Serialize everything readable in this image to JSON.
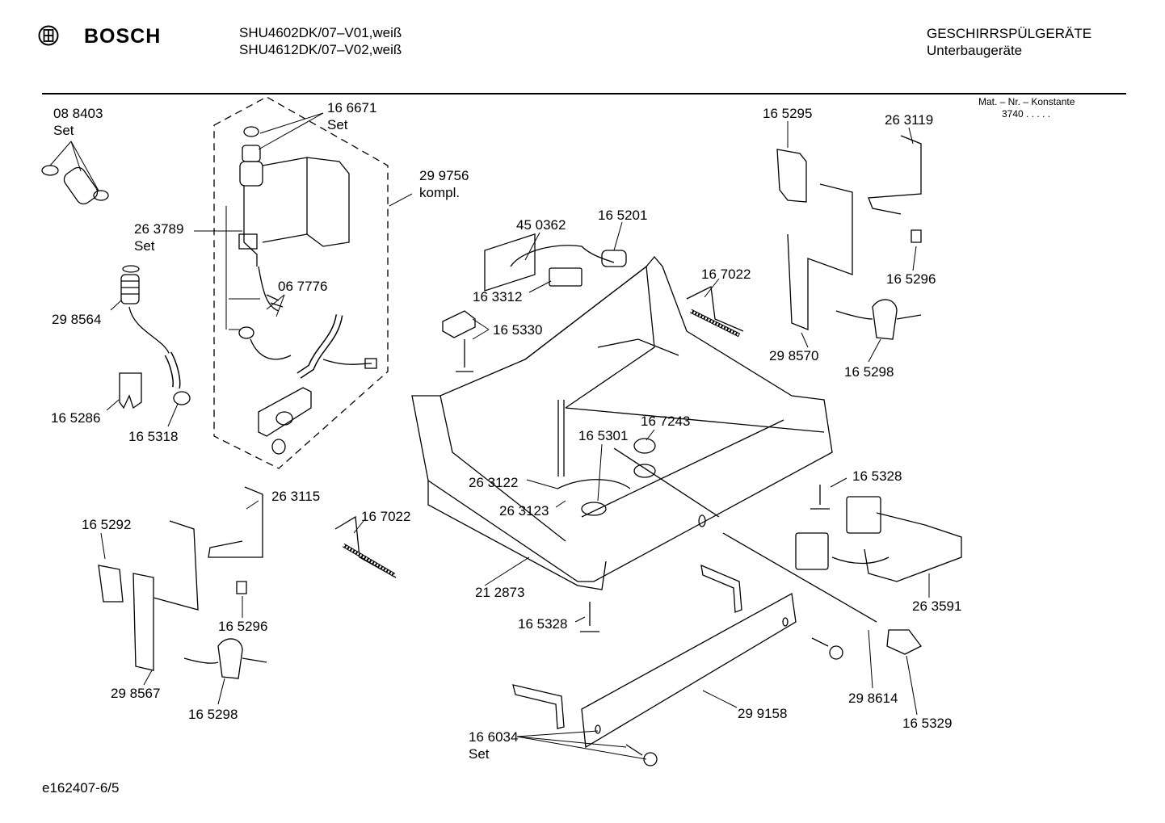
{
  "header": {
    "brand": "BOSCH",
    "model_line_1": "SHU4602DK/07–V01,weiß",
    "model_line_2": "SHU4612DK/07–V02,weiß",
    "category_line_1": "GESCHIRRSPÜLGERÄTE",
    "category_line_2": "Unterbaugeräte",
    "mat_nr_label": "Mat. – Nr. – Konstante",
    "mat_nr_value": "3740 . . . . ."
  },
  "parts": [
    {
      "id": "p088403",
      "number": "08 8403",
      "note": "Set"
    },
    {
      "id": "p166671",
      "number": "16 6671",
      "note": "Set"
    },
    {
      "id": "p299756",
      "number": "29 9756",
      "note": "kompl."
    },
    {
      "id": "p263789",
      "number": "26 3789",
      "note": "Set"
    },
    {
      "id": "p067776",
      "number": "06 7776",
      "note": ""
    },
    {
      "id": "p298564",
      "number": "29 8564",
      "note": ""
    },
    {
      "id": "p165286",
      "number": "16 5286",
      "note": ""
    },
    {
      "id": "p165318",
      "number": "16 5318",
      "note": ""
    },
    {
      "id": "p450362",
      "number": "45 0362",
      "note": ""
    },
    {
      "id": "p165201",
      "number": "16 5201",
      "note": ""
    },
    {
      "id": "p163312",
      "number": "16 3312",
      "note": ""
    },
    {
      "id": "p165330",
      "number": "16 5330",
      "note": ""
    },
    {
      "id": "p167022a",
      "number": "16 7022",
      "note": ""
    },
    {
      "id": "p165295",
      "number": "16 5295",
      "note": ""
    },
    {
      "id": "p263119",
      "number": "26 3119",
      "note": ""
    },
    {
      "id": "p165296a",
      "number": "16 5296",
      "note": ""
    },
    {
      "id": "p298570",
      "number": "29 8570",
      "note": ""
    },
    {
      "id": "p165298a",
      "number": "16 5298",
      "note": ""
    },
    {
      "id": "p167243",
      "number": "16 7243",
      "note": ""
    },
    {
      "id": "p165301",
      "number": "16 5301",
      "note": ""
    },
    {
      "id": "p263122",
      "number": "26 3122",
      "note": ""
    },
    {
      "id": "p263123",
      "number": "26 3123",
      "note": ""
    },
    {
      "id": "p165328a",
      "number": "16 5328",
      "note": ""
    },
    {
      "id": "p263115",
      "number": "26 3115",
      "note": ""
    },
    {
      "id": "p165292",
      "number": "16 5292",
      "note": ""
    },
    {
      "id": "p167022b",
      "number": "16 7022",
      "note": ""
    },
    {
      "id": "p165296b",
      "number": "16 5296",
      "note": ""
    },
    {
      "id": "p298567",
      "number": "29 8567",
      "note": ""
    },
    {
      "id": "p165298b",
      "number": "16 5298",
      "note": ""
    },
    {
      "id": "p212873",
      "number": "21 2873",
      "note": ""
    },
    {
      "id": "p165328b",
      "number": "16 5328",
      "note": ""
    },
    {
      "id": "p263591",
      "number": "26 3591",
      "note": ""
    },
    {
      "id": "p299158",
      "number": "29 9158",
      "note": ""
    },
    {
      "id": "p298614",
      "number": "29 8614",
      "note": ""
    },
    {
      "id": "p165329",
      "number": "16 5329",
      "note": ""
    },
    {
      "id": "p166034",
      "number": "16 6034",
      "note": "Set"
    }
  ],
  "footer": {
    "drawing_id": "e162407-6/5"
  }
}
